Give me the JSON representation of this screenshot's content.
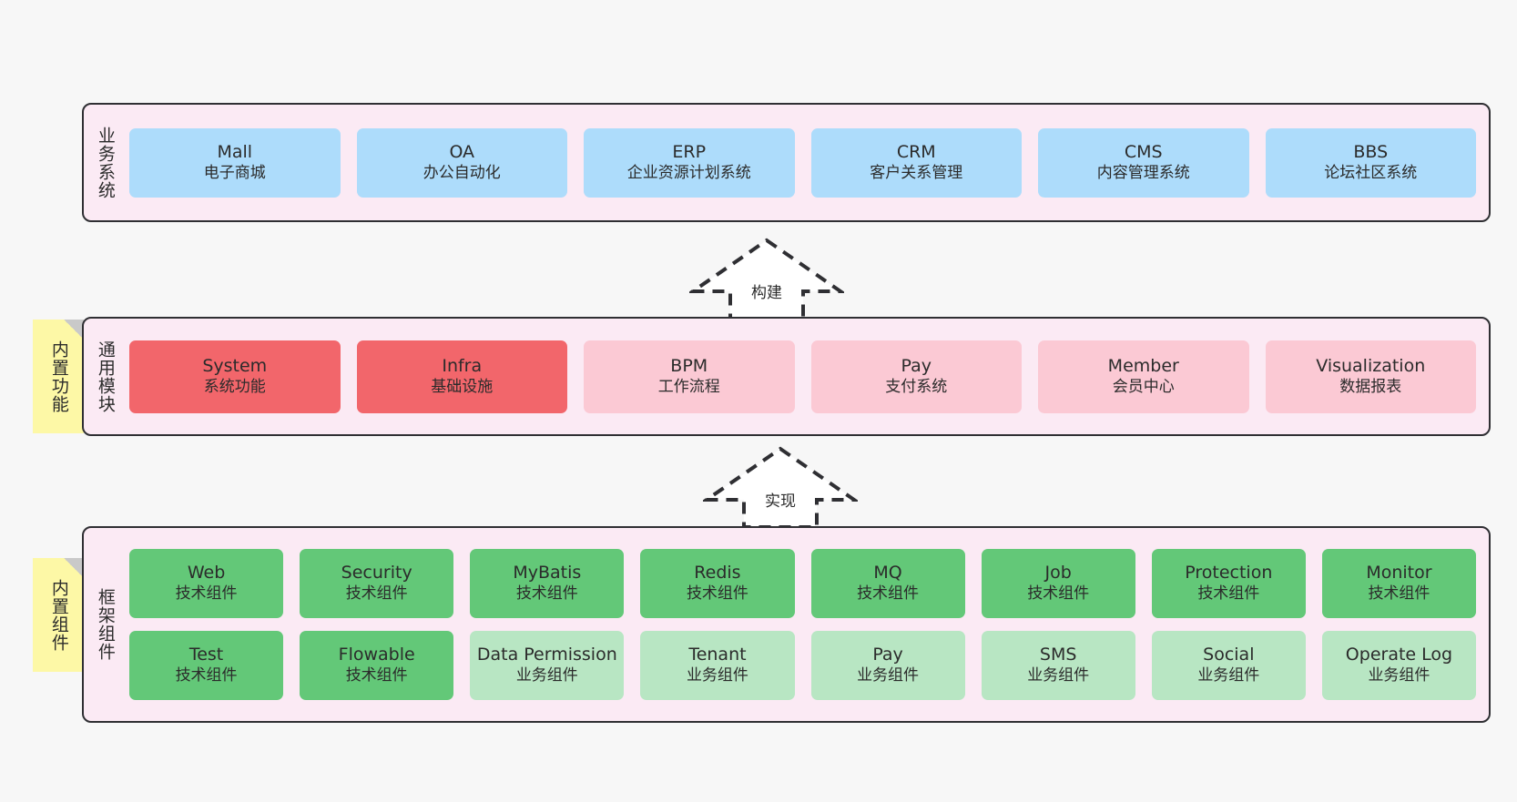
{
  "diagram": {
    "title_note_1": "内置功能",
    "title_note_2": "内置组件"
  },
  "layers": [
    {
      "id": "business",
      "label": "业务系统",
      "rows": [
        [
          {
            "name": "Mall",
            "desc": "电子商城",
            "color": "#addcfb"
          },
          {
            "name": "OA",
            "desc": "办公自动化",
            "color": "#addcfb"
          },
          {
            "name": "ERP",
            "desc": "企业资源计划系统",
            "color": "#addcfb"
          },
          {
            "name": "CRM",
            "desc": "客户关系管理",
            "color": "#addcfb"
          },
          {
            "name": "CMS",
            "desc": "内容管理系统",
            "color": "#addcfb"
          },
          {
            "name": "BBS",
            "desc": "论坛社区系统",
            "color": "#addcfb"
          }
        ]
      ]
    },
    {
      "id": "common",
      "label": "通用模块",
      "sticky": "内置功能",
      "rows": [
        [
          {
            "name": "System",
            "desc": "系统功能",
            "color": "#f2666b"
          },
          {
            "name": "Infra",
            "desc": "基础设施",
            "color": "#f2666b"
          },
          {
            "name": "BPM",
            "desc": "工作流程",
            "color": "#fbc9d4"
          },
          {
            "name": "Pay",
            "desc": "支付系统",
            "color": "#fbc9d4"
          },
          {
            "name": "Member",
            "desc": "会员中心",
            "color": "#fbc9d4"
          },
          {
            "name": "Visualization",
            "desc": "数据报表",
            "color": "#fbc9d4"
          }
        ]
      ]
    },
    {
      "id": "frame",
      "label": "框架组件",
      "sticky": "内置组件",
      "rows": [
        [
          {
            "name": "Web",
            "desc": "技术组件",
            "color": "#63c878"
          },
          {
            "name": "Security",
            "desc": "技术组件",
            "color": "#63c878"
          },
          {
            "name": "MyBatis",
            "desc": "技术组件",
            "color": "#63c878"
          },
          {
            "name": "Redis",
            "desc": "技术组件",
            "color": "#63c878"
          },
          {
            "name": "MQ",
            "desc": "技术组件",
            "color": "#63c878"
          },
          {
            "name": "Job",
            "desc": "技术组件",
            "color": "#63c878"
          },
          {
            "name": "Protection",
            "desc": "技术组件",
            "color": "#63c878"
          },
          {
            "name": "Monitor",
            "desc": "技术组件",
            "color": "#63c878"
          }
        ],
        [
          {
            "name": "Test",
            "desc": "技术组件",
            "color": "#63c878"
          },
          {
            "name": "Flowable",
            "desc": "技术组件",
            "color": "#63c878"
          },
          {
            "name": "Data Permission",
            "desc": "业务组件",
            "color": "#b8e6c3"
          },
          {
            "name": "Tenant",
            "desc": "业务组件",
            "color": "#b8e6c3"
          },
          {
            "name": "Pay",
            "desc": "业务组件",
            "color": "#b8e6c3"
          },
          {
            "name": "SMS",
            "desc": "业务组件",
            "color": "#b8e6c3"
          },
          {
            "name": "Social",
            "desc": "业务组件",
            "color": "#b8e6c3"
          },
          {
            "name": "Operate Log",
            "desc": "业务组件",
            "color": "#b8e6c3"
          }
        ]
      ]
    }
  ],
  "connectors": [
    {
      "id": "build",
      "label": "构建"
    },
    {
      "id": "implement",
      "label": "实现"
    }
  ],
  "colors": {
    "layer_background": "#fbeaf4",
    "layer_border": "#2f2f33",
    "sticky": "#fdf8a6",
    "business_card": "#addcfb",
    "core_module": "#f2666b",
    "module": "#fbc9d4",
    "tech_component": "#63c878",
    "business_component": "#b8e6c3",
    "page_background": "#f7f7f7"
  }
}
